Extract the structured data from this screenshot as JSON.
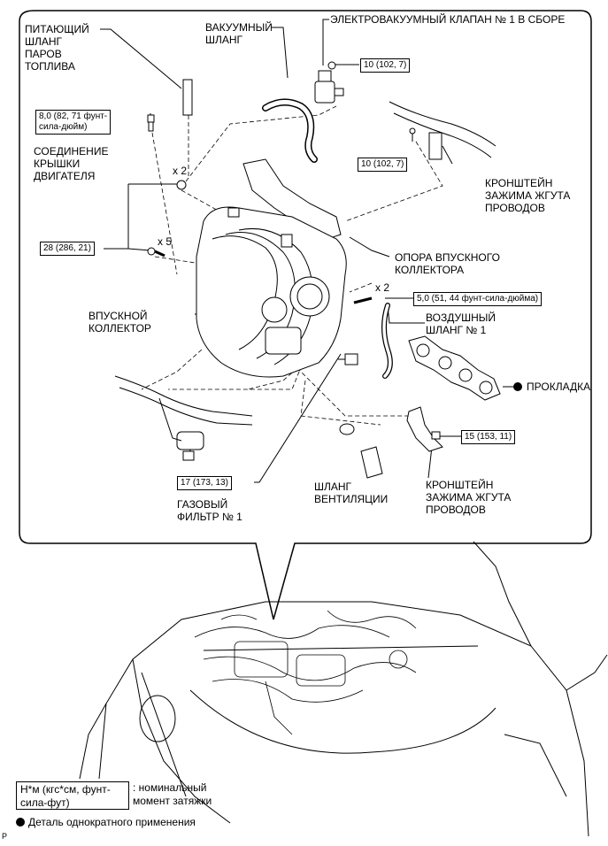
{
  "labels": {
    "fuel_vapor_hose": [
      "ПИТАЮЩИЙ",
      "ШЛАНГ",
      "ПАРОВ",
      "ТОПЛИВА"
    ],
    "vacuum_hose": [
      "ВАКУУМНЫЙ",
      "ШЛАНГ"
    ],
    "vsv_assembly": "ЭЛЕКТРОВАКУУМНЫЙ КЛАПАН № 1 В СБОРЕ",
    "cover_connection": [
      "СОЕДИНЕНИЕ",
      "КРЫШКИ",
      "ДВИГАТЕЛЯ"
    ],
    "wire_harness_bracket_upper": [
      "КРОНШТЕЙН",
      "ЗАЖИМА ЖГУТА",
      "ПРОВОДОВ"
    ],
    "manifold_stay": [
      "ОПОРА ВПУСКНОГО",
      "КОЛЛЕКТОРА"
    ],
    "intake_manifold": [
      "ВПУСКНОЙ",
      "КОЛЛЕКТОР"
    ],
    "air_hose": [
      "ВОЗДУШНЫЙ",
      "ШЛАНГ № 1"
    ],
    "gasket": "ПРОКЛАДКА",
    "gas_filter": [
      "ГАЗОВЫЙ",
      "ФИЛЬТР № 1"
    ],
    "ventilation_hose": [
      "ШЛАНГ",
      "ВЕНТИЛЯЦИИ"
    ],
    "wire_harness_bracket_lower": [
      "КРОНШТЕЙН",
      "ЗАЖИМА ЖГУТА",
      "ПРОВОДОВ"
    ]
  },
  "torques": {
    "vsv": "10 (102, 7)",
    "cover": [
      "8,0 (82, 71 фунт-",
      "сила-дюйм)"
    ],
    "bracket_upper": "10 (102, 7)",
    "manifold_nut": "28 (286, 21)",
    "air_hose": "5,0 (51, 44 фунт-сила-дюйма)",
    "bracket_lower": "15 (153, 11)",
    "gas_filter": "17 (173, 13)"
  },
  "quantities": {
    "nuts": "x 2",
    "bolts": "x 5",
    "studs": "x 2"
  },
  "legend": {
    "unit": [
      "Н*м (кгс*см, фунт-",
      "сила-фут)"
    ],
    "unit_desc": [
      ": номинальный",
      "момент затяжки"
    ],
    "single_use": "Деталь однократного применения"
  },
  "corner_mark": "P"
}
